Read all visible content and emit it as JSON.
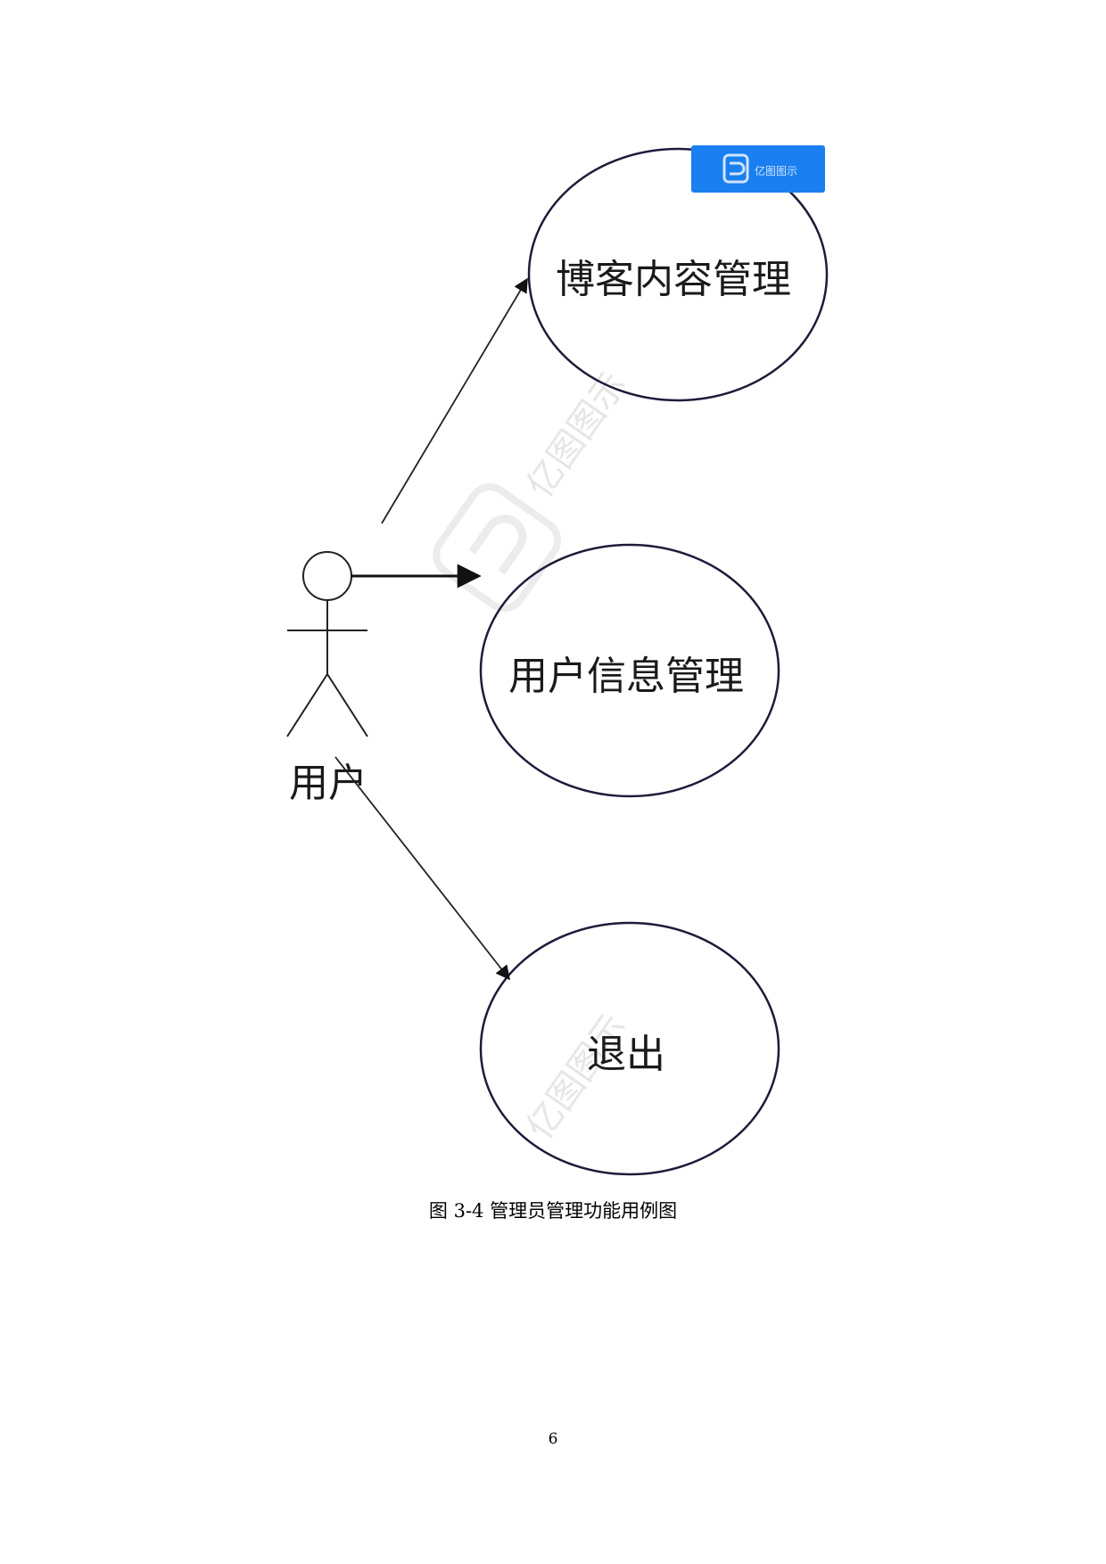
{
  "diagram": {
    "actor": {
      "label": "用户"
    },
    "use_cases": [
      {
        "id": "blog",
        "label": "博客内容管理"
      },
      {
        "id": "user_info",
        "label": "用户信息管理"
      },
      {
        "id": "logout",
        "label": "退出"
      }
    ],
    "badge": {
      "text": "亿图图示",
      "color": "#1a7ff0"
    },
    "watermark": {
      "text": "亿图图示"
    }
  },
  "caption": "图 3-4 管理员管理功能用例图",
  "page_number": "6"
}
